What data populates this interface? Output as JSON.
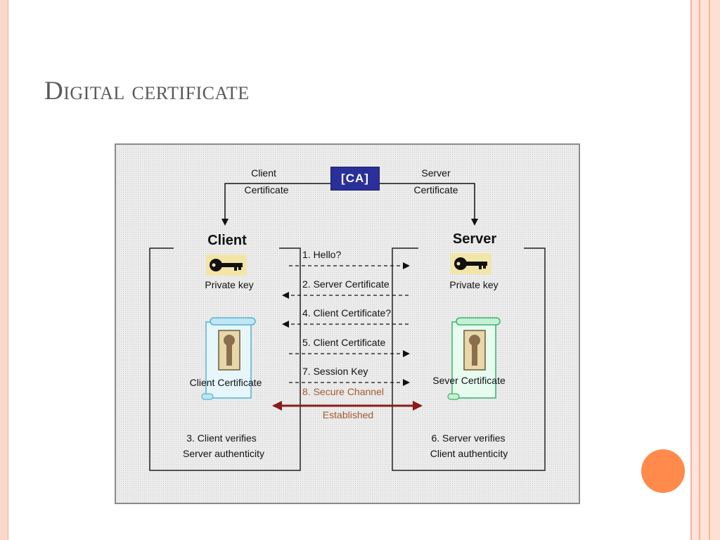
{
  "slide": {
    "title": "Digital certificate"
  },
  "diagram": {
    "ca_label": "[CA]",
    "client_certificate_line1": "Client",
    "client_certificate_line2": "Certificate",
    "server_certificate_line1": "Server",
    "server_certificate_line2": "Certificate",
    "client_title": "Client",
    "server_title": "Server",
    "client_private_key": "Private key",
    "server_private_key": "Private key",
    "client_cert_label": "Client Certificate",
    "server_cert_label": "Sever Certificate",
    "client_verifies_line1": "3. Client verifies",
    "client_verifies_line2": "Server authenticity",
    "server_verifies_line1": "6. Server verifies",
    "server_verifies_line2": "Client authenticity",
    "steps": [
      "1. Hello?",
      "2. Server Certificate",
      "4. Client Certificate?",
      "5. Client Certificate",
      "7. Session Key"
    ],
    "secure_channel": "8. Secure Channel",
    "established": "Established"
  },
  "colors": {
    "accent": "#ff8a4c",
    "ca_box": "#2b2f9a",
    "secure_arrow": "#8b1a1a",
    "secure_text": "#a05a2c"
  },
  "icons": [
    "key-icon",
    "certificate-scroll-icon"
  ]
}
